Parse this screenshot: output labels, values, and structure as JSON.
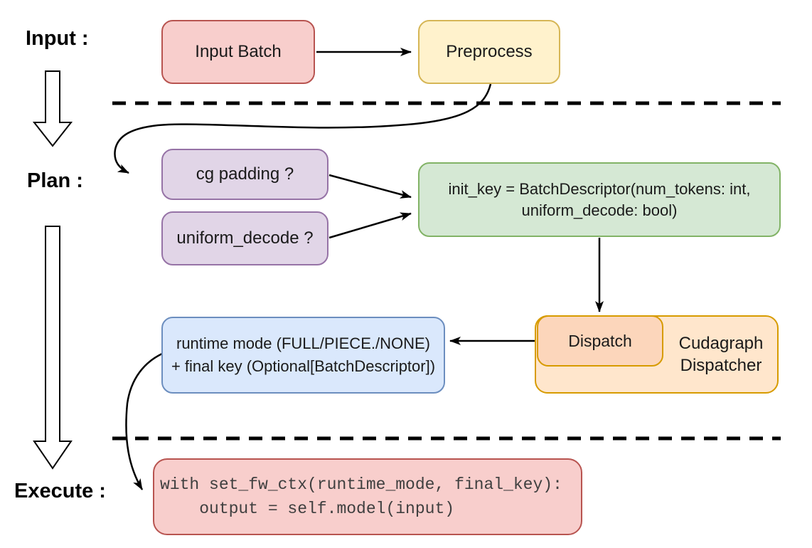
{
  "stage_labels": {
    "input": "Input :",
    "plan": "Plan :",
    "execute": "Execute :"
  },
  "nodes": {
    "input_batch": {
      "label": "Input Batch"
    },
    "preprocess": {
      "label": "Preprocess"
    },
    "cg_padding": {
      "label": "cg padding ?"
    },
    "uniform_decode": {
      "label": "uniform_decode ?"
    },
    "init_key": {
      "line1": "init_key = BatchDescriptor(num_tokens: int,",
      "line2": "uniform_decode: bool)"
    },
    "dispatch": {
      "label": "Dispatch"
    },
    "cudagraph_dispatcher": {
      "line1": "Cudagraph",
      "line2": "Dispatcher"
    },
    "runtime_mode": {
      "line1": "runtime mode (FULL/PIECE./NONE)",
      "line2": "+ final key (Optional[BatchDescriptor])"
    },
    "execute_code": {
      "line1": "with set_fw_ctx(runtime_mode, final_key):",
      "line2": "    output = self.model(input)"
    }
  },
  "colors": {
    "pink_fill": "#f8cecc",
    "pink_stroke": "#b85450",
    "yellow_fill": "#fff2cc",
    "yellow_stroke": "#d6b656",
    "purple_fill": "#e1d5e7",
    "purple_stroke": "#9673a6",
    "green_fill": "#d5e8d4",
    "green_stroke": "#82b366",
    "blue_fill": "#dae8fc",
    "blue_stroke": "#6c8ebf",
    "orange_fill": "#ffe6cc",
    "orange_stroke": "#d79b00",
    "dispatch_fill": "#fcd6bb",
    "connector": "#000000"
  }
}
